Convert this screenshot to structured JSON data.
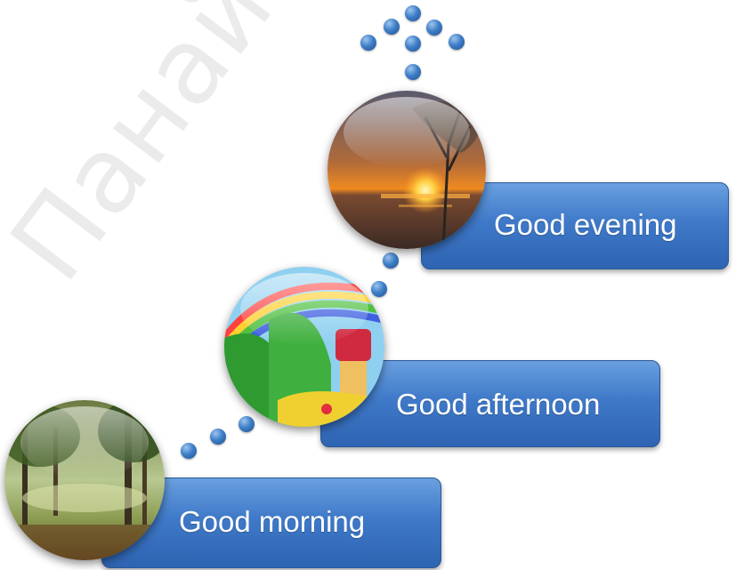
{
  "watermark": "Панайотова, А.С.",
  "stages": [
    {
      "label": "Good morning",
      "scene": "forest"
    },
    {
      "label": "Good afternoon",
      "scene": "rainbow-meadow"
    },
    {
      "label": "Good evening",
      "scene": "sunset"
    }
  ],
  "colors": {
    "accent": "#3f79c8",
    "dot": "#2e64b2"
  }
}
